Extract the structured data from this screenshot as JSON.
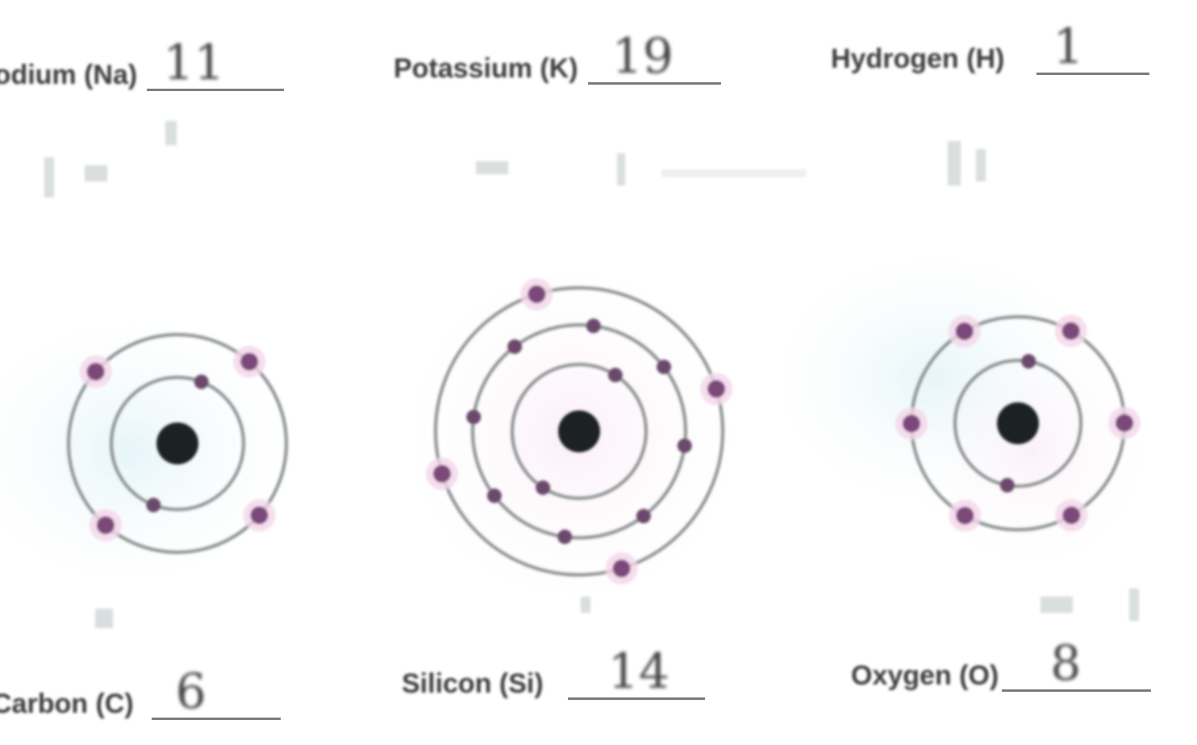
{
  "worksheet": {
    "answers": {
      "sodium": {
        "label": "Sodium (Na)",
        "value": "11"
      },
      "potassium": {
        "label": "Potassium (K)",
        "value": "19"
      },
      "hydrogen": {
        "label": "Hydrogen (H)",
        "value": "1"
      },
      "carbon": {
        "label": "Carbon (C)",
        "value": "6"
      },
      "silicon": {
        "label": "Silicon (Si)",
        "value": "14"
      },
      "oxygen": {
        "label": "Oxygen (O)",
        "value": "8"
      }
    },
    "atoms": [
      {
        "name": "carbon",
        "shells": [
          2,
          4
        ]
      },
      {
        "name": "silicon",
        "shells": [
          2,
          8,
          4
        ]
      },
      {
        "name": "oxygen",
        "shells": [
          2,
          6
        ]
      }
    ],
    "colors": {
      "orbit": "#8a8f8f",
      "nucleus": "#1b2424",
      "inner_electron": "#6b4a6b",
      "outer_electron": "#7a4a7a",
      "outer_halo": "#f4d6ea",
      "bg_tint": "#e6f6fa"
    }
  }
}
